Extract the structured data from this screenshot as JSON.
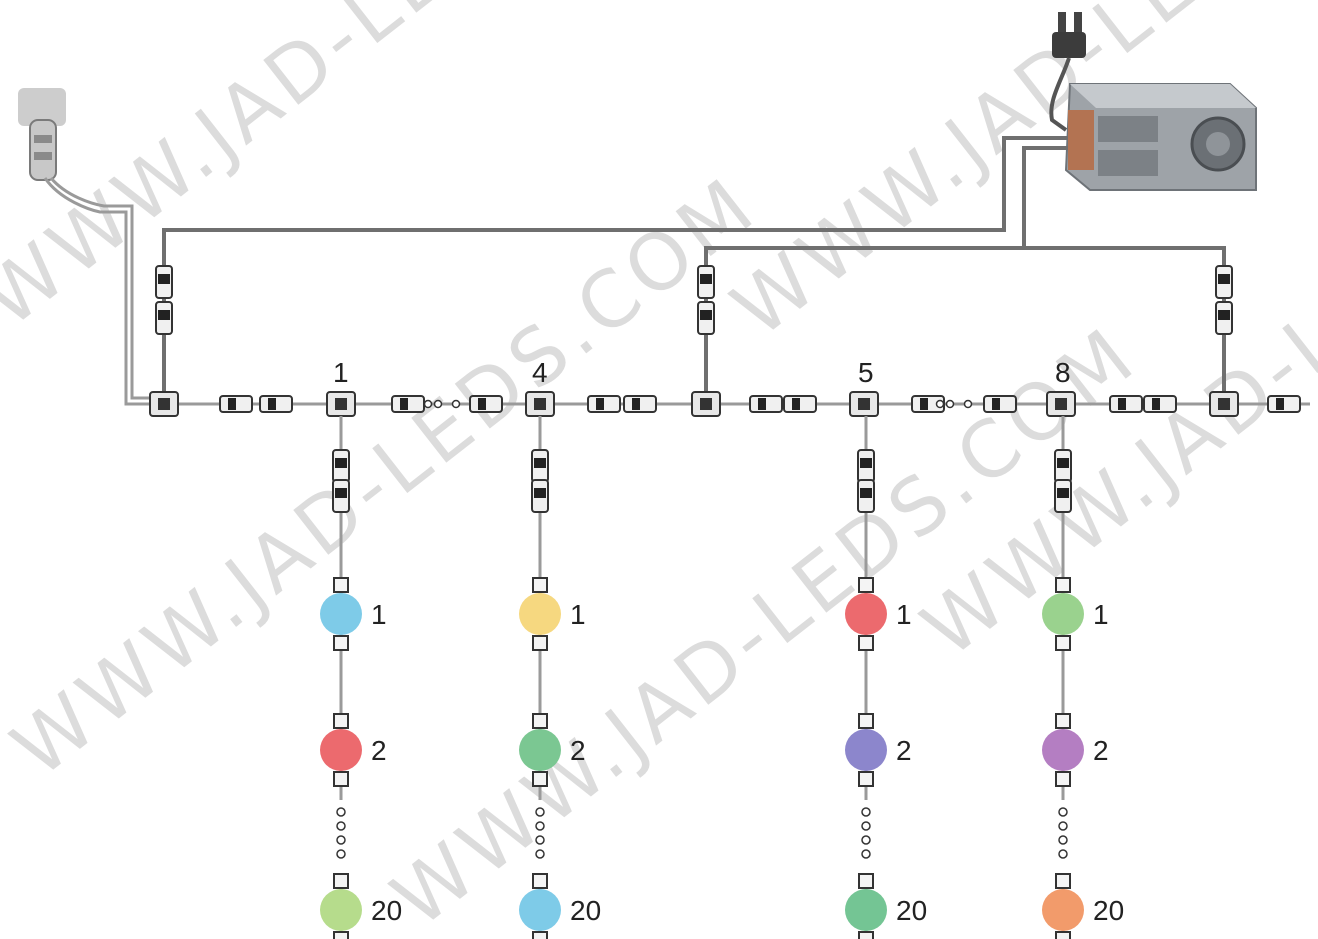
{
  "watermark": "WWW.JAD-LEDS.COM",
  "column_labels": [
    "1",
    "4",
    "5",
    "8"
  ],
  "bulb_labels": [
    "1",
    "2",
    "20"
  ],
  "colors": {
    "col1": [
      "#7ecbe8",
      "#ec6a6e",
      "#b6dc8c"
    ],
    "col4": [
      "#f6d880",
      "#7bc792",
      "#7ecbe8"
    ],
    "col5": [
      "#ec6a6e",
      "#8c86cc",
      "#74c594"
    ],
    "col8": [
      "#9ad28e",
      "#b47ec2",
      "#f29b6b"
    ]
  },
  "icons": {
    "controller": "controller-plug-icon",
    "psu": "power-supply-icon",
    "plug": "ac-plug-icon"
  }
}
